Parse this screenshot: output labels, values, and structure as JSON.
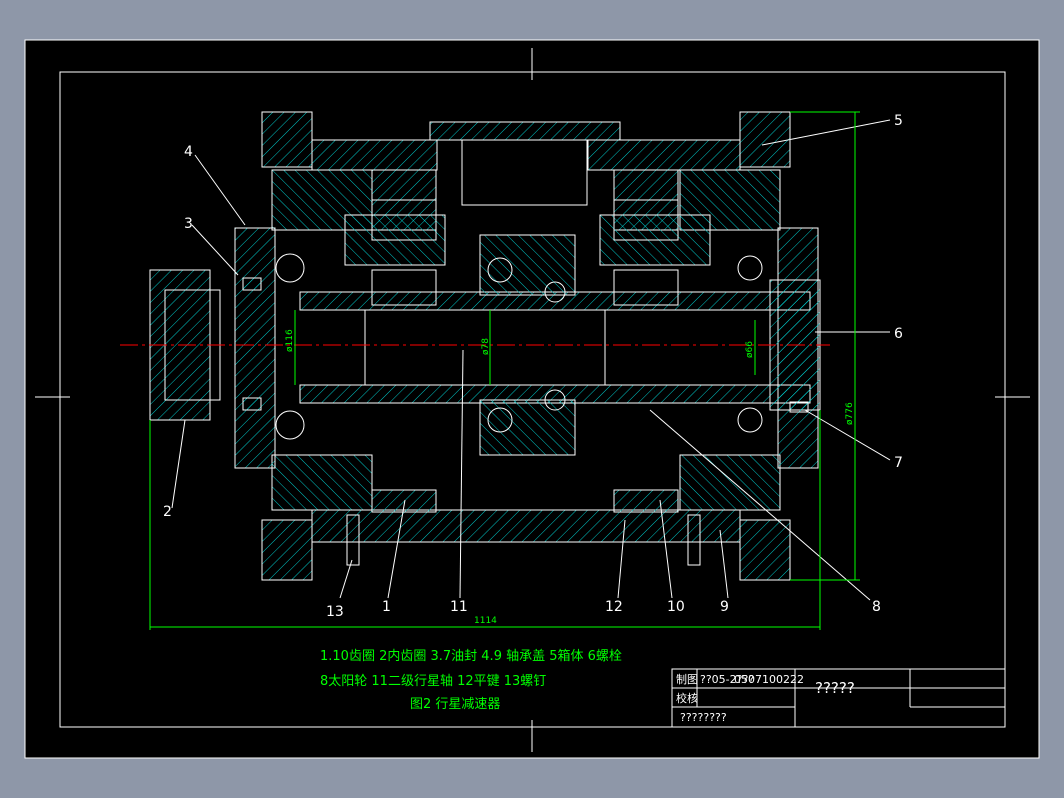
{
  "colors": {
    "background": "#8e97a8",
    "sheet": "#000000",
    "line": "#ffffff",
    "hatch": "#00c8c8",
    "centerline": "#ff0000",
    "dimension": "#00ff00"
  },
  "part_labels": {
    "p1": "1",
    "p2": "2",
    "p3": "3",
    "p4": "4",
    "p5": "5",
    "p6": "6",
    "p7": "7",
    "p8": "8",
    "p9": "9",
    "p10": "10",
    "p11": "11",
    "p12": "12",
    "p13": "13"
  },
  "dimensions": {
    "d116": "ø116",
    "d78": "ø78",
    "d66": "ø66",
    "d776": "ø776",
    "width": "1114"
  },
  "notes": {
    "line1": "1.10齿圈 2内齿圈 3.7油封 4.9  轴承盖 5箱体 6螺栓",
    "line2": "8太阳轮 11二级行星轴 12平键 13螺钉",
    "caption": "图2  行星减速器"
  },
  "title_block": {
    "row1_label": "制图",
    "row1_value": "??05-2???",
    "row1_code": "0507100222",
    "row2_label": "校核",
    "title": "?????",
    "bottom": "????????"
  }
}
